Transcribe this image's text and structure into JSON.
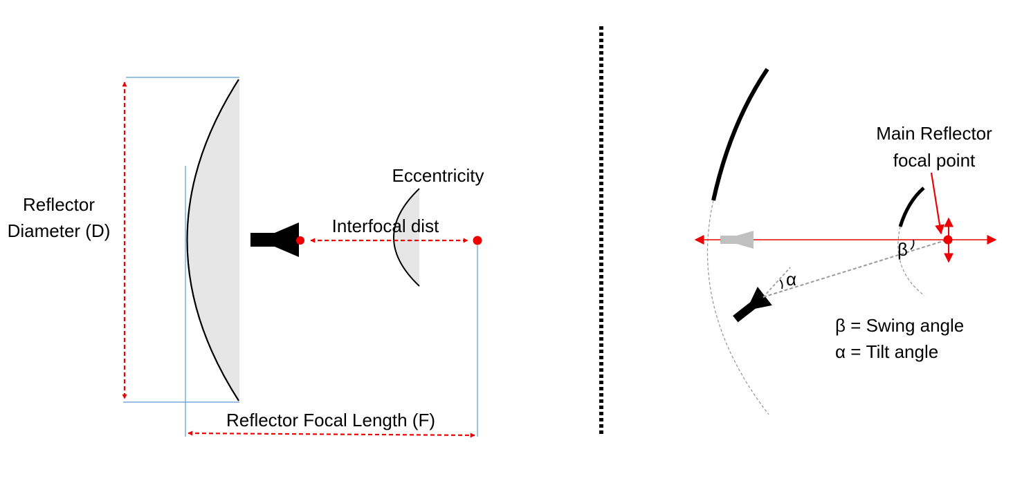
{
  "labels": {
    "reflector_line1": "Reflector",
    "reflector_line2": "Diameter (D)",
    "eccentricity": "Eccentricity",
    "interfocal": "Interfocal dist",
    "focal_length": "Reflector Focal Length (F)",
    "main_reflector_line1": "Main Reflector",
    "main_reflector_line2": "focal point",
    "beta_symbol": "β",
    "alpha_symbol": "α",
    "swing_legend": "β = Swing angle",
    "tilt_legend": "α = Tilt angle"
  },
  "colors": {
    "red": "#ee0000",
    "blue_guide": "#5b9bd5",
    "dish_fill": "#e6e6e6",
    "grey_feed": "#c0c0c0",
    "dashed_grey": "#9a9a9a"
  }
}
